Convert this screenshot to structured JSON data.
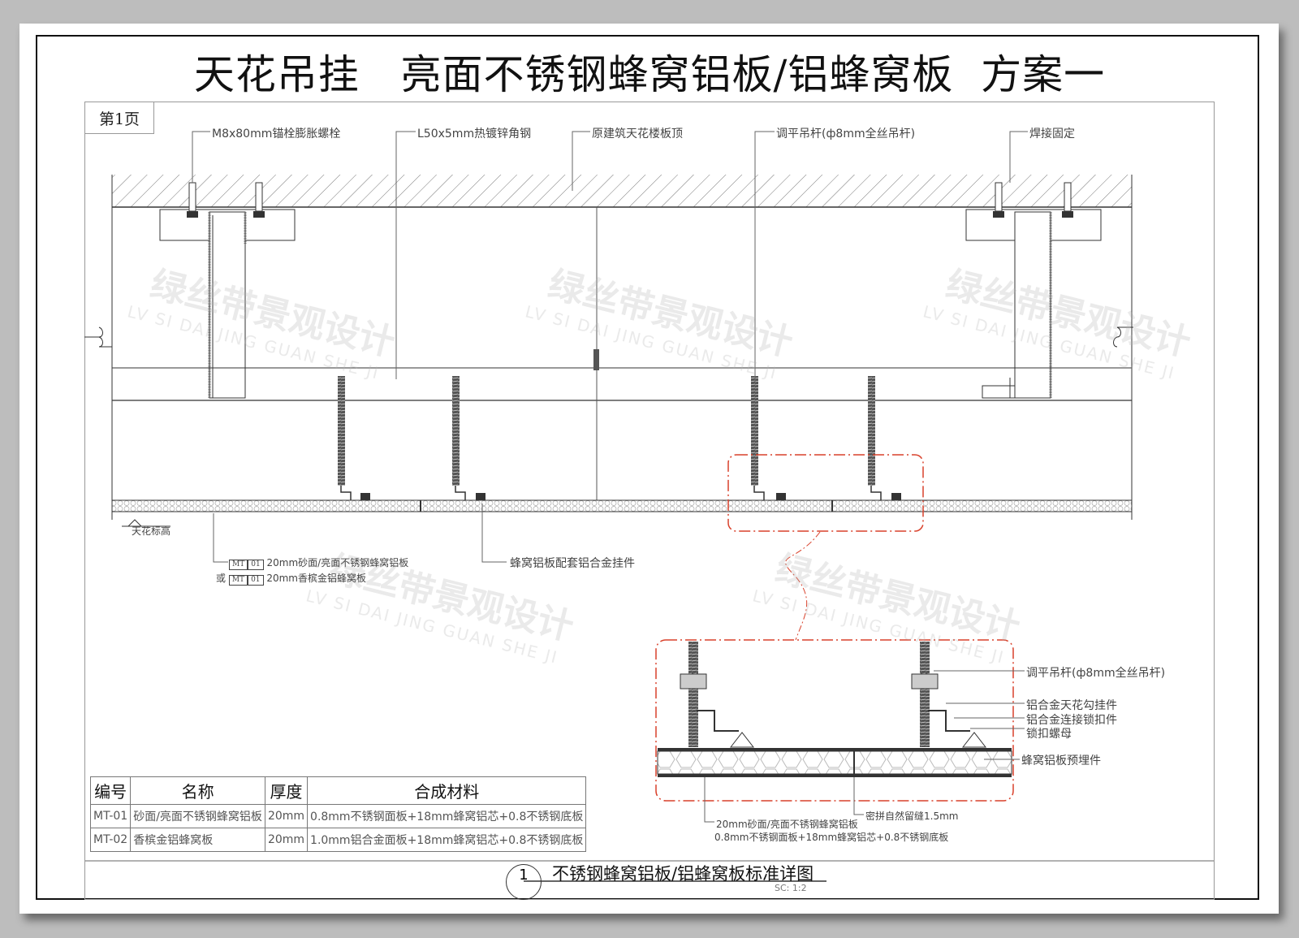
{
  "title": "天花吊挂   亮面不锈钢蜂窝铝板/铝蜂窝板  方案一",
  "page_label": "第1页",
  "callouts_top": {
    "anchor_bolt": "M8x80mm锚栓膨胀螺栓",
    "angle_steel": "L50x5mm热镀锌角钢",
    "slab": "原建筑天花楼板顶",
    "hanger_rod": "调平吊杆(ф8mm全丝吊杆)",
    "weld": "焊接固定"
  },
  "callouts_bottom": {
    "ceiling_level": "天花标高",
    "mt_tag_code": "MT",
    "mt_tag_num": "01",
    "panel_option1": "20mm砂面/亮面不锈钢蜂窝铝板",
    "or_label": "或",
    "panel_option2": "20mm香槟金铝蜂窝板",
    "hanger_fitting": "蜂窝铝板配套铝合金挂件"
  },
  "detail_labels": {
    "rod": "调平吊杆(ф8mm全丝吊杆)",
    "hook": "铝合金天花勾挂件",
    "lock_clip": "铝合金连接锁扣件",
    "lock_nut": "锁扣螺母",
    "embed": "蜂窝铝板预埋件",
    "gap": "密拼自然留缝1.5mm",
    "panel_name": "20mm砂面/亮面不锈钢蜂窝铝板",
    "panel_spec": "0.8mm不锈钢面板+18mm蜂窝铝芯+0.8不锈钢底板"
  },
  "material_table": {
    "headers": [
      "编号",
      "名称",
      "厚度",
      "合成材料"
    ],
    "rows": [
      [
        "MT-01",
        "砂面/亮面不锈钢蜂窝铝板",
        "20mm",
        "0.8mm不锈钢面板+18mm蜂窝铝芯+0.8不锈钢底板"
      ],
      [
        "MT-02",
        "香槟金铝蜂窝板",
        "20mm",
        "1.0mm铝合金面板+18mm蜂窝铝芯+0.8不锈钢底板"
      ]
    ]
  },
  "drawing_title": {
    "number": "1",
    "name": "不锈钢蜂窝铝板/铝蜂窝板标准详图",
    "scale": "SC:   1:2"
  },
  "watermark": {
    "cn": "绿丝带景观设计",
    "en": "LV SI DAI JING GUAN SHE JI"
  },
  "colors": {
    "line": "#333333",
    "detail_highlight": "#d9412b",
    "frame": "#999999",
    "background": "#bdbdbd"
  }
}
